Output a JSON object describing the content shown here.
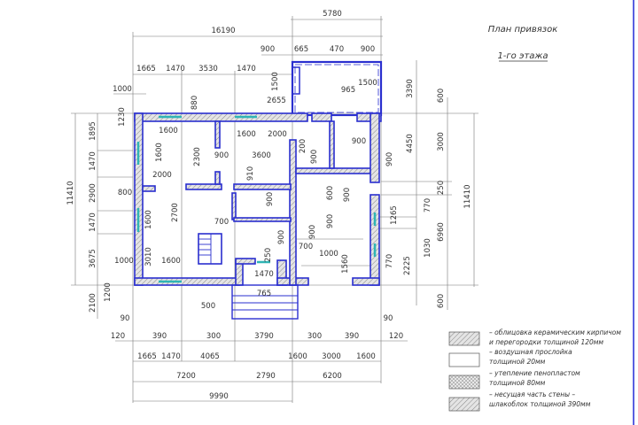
{
  "title": {
    "line1": "План привязок",
    "line2": "1-го этажа"
  },
  "accent_color": "#2a2fcf",
  "window_color": "#2fb5b5",
  "dimensions": [
    "5780",
    "16190",
    "900",
    "665",
    "470",
    "900",
    "1665",
    "1470",
    "3530",
    "1470",
    "1000",
    "1500",
    "2655",
    "965",
    "1500",
    "880",
    "1230",
    "3390",
    "600",
    "4450",
    "3000",
    "900",
    "250",
    "770",
    "1265",
    "6960",
    "1030",
    "770",
    "2225",
    "11410",
    "600",
    "1895",
    "1470",
    "2900",
    "1470",
    "3675",
    "11410",
    "800",
    "1000",
    "2100",
    "1200",
    "90",
    "120",
    "1600",
    "1600",
    "2300",
    "1600",
    "2000",
    "900",
    "3600",
    "910",
    "2000",
    "2700",
    "900",
    "700",
    "1600",
    "3010",
    "1600",
    "900",
    "250",
    "1470",
    "765",
    "500",
    "200",
    "900",
    "900",
    "600",
    "900",
    "900",
    "900",
    "700",
    "1000",
    "1560",
    "90",
    "120",
    "390",
    "300",
    "3790",
    "300",
    "390",
    "1665",
    "1470",
    "4065",
    "1600",
    "3000",
    "1600",
    "7200",
    "2790",
    "6200",
    "9990"
  ],
  "legend": [
    {
      "line1": "– облицовка керамическим кирпичом",
      "line2": "и перегородки толщиной 120мм",
      "swatch": "hatch"
    },
    {
      "line1": "– воздушная прослойка",
      "line2": "толщиной 20мм",
      "swatch": "blank"
    },
    {
      "line1": "– утепление пенопластом",
      "line2": "толщиной 80мм",
      "swatch": "crosshatch"
    },
    {
      "line1": "– несущая часть стены –",
      "line2": "шлакоблок толщиной 390мм",
      "swatch": "hatch"
    }
  ]
}
